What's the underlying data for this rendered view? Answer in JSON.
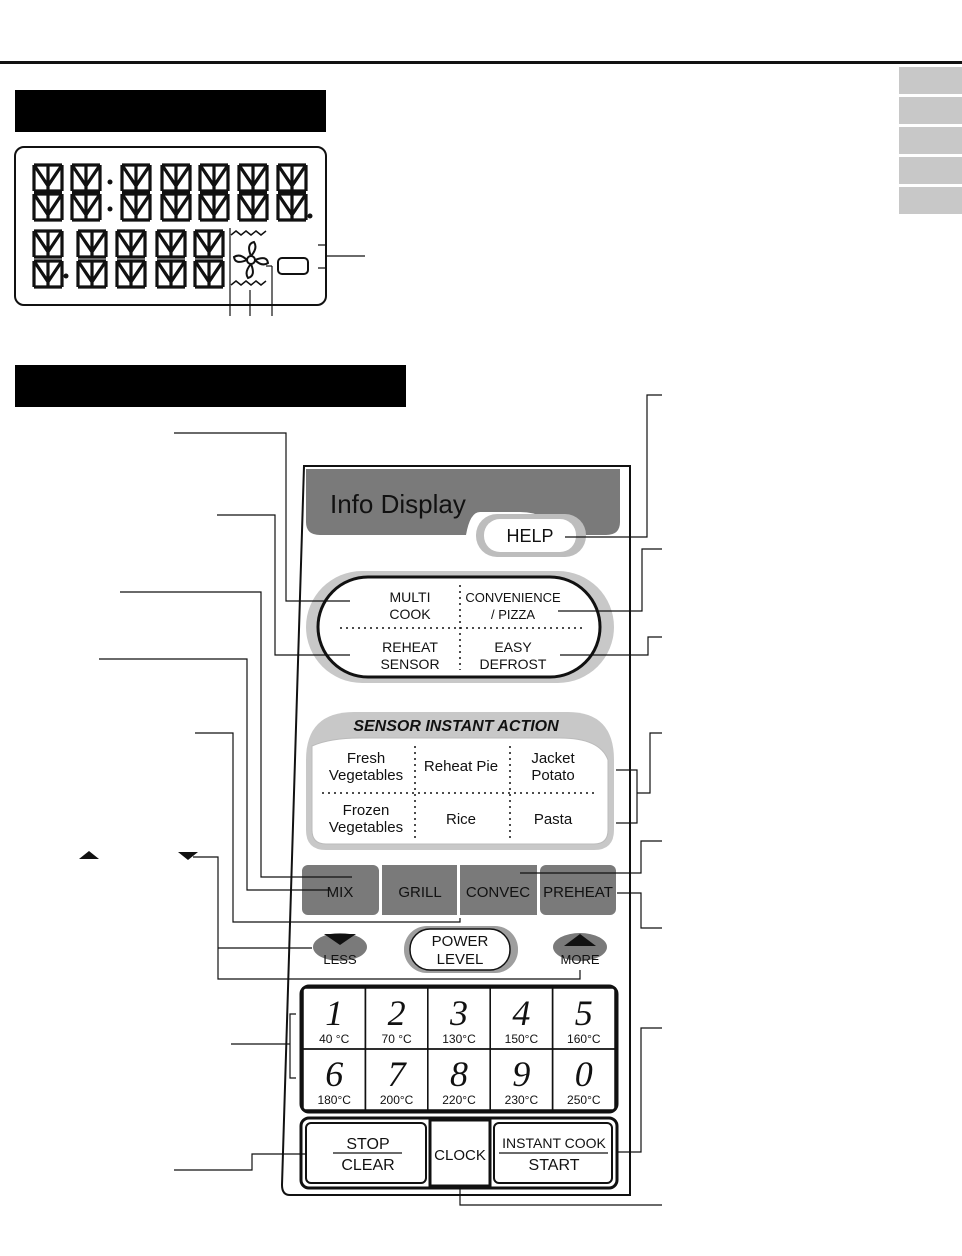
{
  "panel": {
    "info_display": "Info Display",
    "help": "HELP",
    "menu": {
      "multi_cook_1": "MULTI",
      "multi_cook_2": "COOK",
      "convenience_1": "CONVENIENCE",
      "convenience_2": "/ PIZZA",
      "reheat_1": "REHEAT",
      "reheat_2": "SENSOR",
      "defrost_1": "EASY",
      "defrost_2": "DEFROST"
    },
    "sensor": {
      "title": "SENSOR INSTANT ACTION",
      "fresh_1": "Fresh",
      "fresh_2": "Vegetables",
      "reheat_pie": "Reheat Pie",
      "jacket_1": "Jacket",
      "jacket_2": "Potato",
      "frozen_1": "Frozen",
      "frozen_2": "Vegetables",
      "rice": "Rice",
      "pasta": "Pasta"
    },
    "modes": {
      "mix": "MIX",
      "grill": "GRILL",
      "convec": "CONVEC",
      "preheat": "PREHEAT"
    },
    "less": "LESS",
    "more": "MORE",
    "power_1": "POWER",
    "power_2": "LEVEL",
    "keys": [
      {
        "num": "1",
        "temp": "40 °C"
      },
      {
        "num": "2",
        "temp": "70 °C"
      },
      {
        "num": "3",
        "temp": "130°C"
      },
      {
        "num": "4",
        "temp": "150°C"
      },
      {
        "num": "5",
        "temp": "160°C"
      },
      {
        "num": "6",
        "temp": "180°C"
      },
      {
        "num": "7",
        "temp": "200°C"
      },
      {
        "num": "8",
        "temp": "220°C"
      },
      {
        "num": "9",
        "temp": "230°C"
      },
      {
        "num": "0",
        "temp": "250°C"
      }
    ],
    "stop": "STOP",
    "clear": "CLEAR",
    "clock": "CLOCK",
    "instant_cook": "INSTANT COOK",
    "start": "START"
  }
}
